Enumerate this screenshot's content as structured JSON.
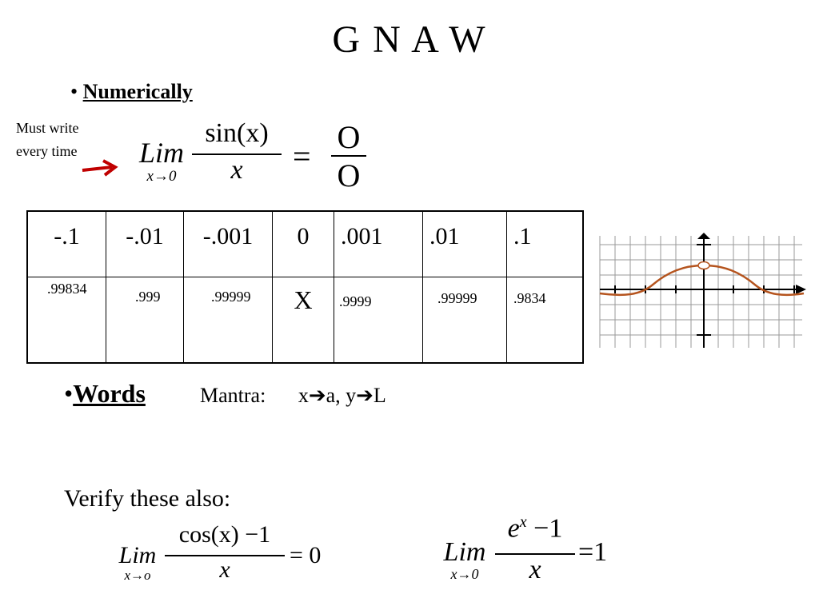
{
  "title": "G N A W",
  "numerically": {
    "bullet": "•",
    "label": "Numerically"
  },
  "note": {
    "line1": "Must write",
    "line2": "every time"
  },
  "main_limit": {
    "lim": "Lim",
    "sub": "x→0",
    "numerator": "sin(x)",
    "denominator": "x",
    "equals": "=",
    "result_num": "O",
    "result_den": "O"
  },
  "table": {
    "x_values": [
      "-.1",
      "-.01",
      "-.001",
      "0",
      ".001",
      ".01",
      ".1"
    ],
    "y_values": [
      ".99834",
      ".999",
      ".99999",
      "X",
      ".9999",
      ".99999",
      ".9834"
    ]
  },
  "words": {
    "bullet": "•",
    "label": "Words"
  },
  "mantra": {
    "label": "Mantra:",
    "text": "x➔a, y➔L"
  },
  "verify": {
    "label": "Verify these also:"
  },
  "limit2": {
    "lim": "Lim",
    "sub": "x→o",
    "numerator": "cos(x) −1",
    "denominator": "x",
    "rhs": "= 0"
  },
  "limit3": {
    "lim": "Lim",
    "sub": "x→0",
    "numerator_base": "e",
    "numerator_exp": "x",
    "numerator_rest": " −1",
    "denominator": "x",
    "rhs": "=1"
  },
  "colors": {
    "arrow": "#c00000",
    "curve": "#b5541e",
    "grid": "#999999"
  }
}
